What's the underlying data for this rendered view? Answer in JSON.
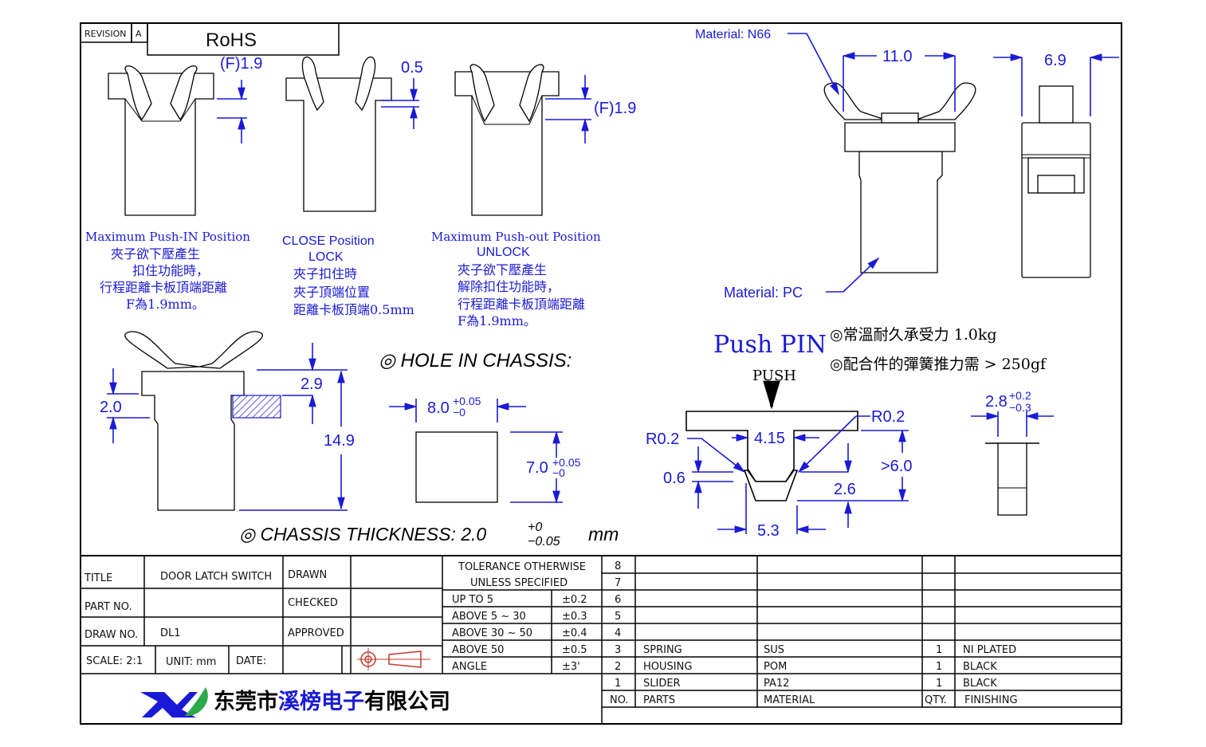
{
  "revision": {
    "label": "REVISION",
    "value": "A",
    "note": "RoHS"
  },
  "views": {
    "push_in": {
      "title": "Maximum Push-IN Position",
      "lines": [
        "夾子欲下壓產生",
        "扣住功能時，",
        "行程距離卡板頂端距離",
        "F為1.9mm。"
      ],
      "dim": "(F)1.9"
    },
    "close": {
      "title": "CLOSE Position",
      "sub": "LOCK",
      "lines": [
        "夾子扣住時",
        "夾子頂端位置",
        "距離卡板頂端0.5mm"
      ],
      "dim": "0.5"
    },
    "push_out": {
      "title": "Maximum Push-out Position",
      "sub": "UNLOCK",
      "lines": [
        "夾子欲下壓產生",
        "解除扣住功能時，",
        "行程距離卡板頂端距離",
        "F為1.9mm。"
      ],
      "dim": "(F)1.9"
    }
  },
  "materials": {
    "top": "Material: N66",
    "bottom": "Material:  PC"
  },
  "dims_main": {
    "width": "11.0",
    "depth": "6.9"
  },
  "section": {
    "d1": "2.0",
    "d2": "2.9",
    "d3": "14.9"
  },
  "hole": {
    "title": "◎ HOLE  IN  CHASSIS:",
    "w": "8.0",
    "w_tol_plus": "+0.05",
    "w_tol_minus": "−0",
    "h": "7.0",
    "h_tol_plus": "+0.05",
    "h_tol_minus": "−0"
  },
  "chassis": {
    "prefix": "◎ CHASSIS  THICKNESS:  2.0",
    "tol_plus": "+0",
    "tol_minus": "−0.05",
    "unit": "mm"
  },
  "push_pin": {
    "title": "Push PIN",
    "push_label": "PUSH",
    "notes": [
      "◎常溫耐久承受力 1.0kg",
      "◎配合件的彈簧推力需 > 250gf"
    ],
    "dims": {
      "r_right": "R0.2",
      "r_left": "R0.2",
      "w_inner": "4.15",
      "h_gt": ">6.0",
      "d06": "0.6",
      "d26": "2.6",
      "d53": "5.3",
      "pin_w": "2.8",
      "pin_tol_plus": "+0.2",
      "pin_tol_minus": "−0.3"
    }
  },
  "title_block": {
    "title_label": "TITLE",
    "title_value": "DOOR  LATCH  SWITCH",
    "part_label": "PART  NO.",
    "part_value": "",
    "draw_label": "DRAW  NO.",
    "draw_value": "DL1",
    "scale_label": "SCALE:  2:1",
    "unit_label": "UNIT:  mm",
    "date_label": "DATE:",
    "drawn_label": "DRAWN",
    "checked_label": "CHECKED",
    "approved_label": "APPROVED",
    "tol_header_1": "TOLERANCE  OTHERWISE",
    "tol_header_2": "UNLESS  SPECIFIED",
    "tolerances": [
      {
        "range": "UP  TO  5",
        "tol": "±0.2"
      },
      {
        "range": "ABOVE  5 ~ 30",
        "tol": "±0.3"
      },
      {
        "range": "ABOVE  30 ~ 50",
        "tol": "±0.4"
      },
      {
        "range": "ABOVE  50",
        "tol": "±0.5"
      },
      {
        "range": "ANGLE",
        "tol": "±3'"
      }
    ],
    "bom": [
      {
        "no": "8",
        "part": "",
        "material": "",
        "qty": "",
        "finish": ""
      },
      {
        "no": "7",
        "part": "",
        "material": "",
        "qty": "",
        "finish": ""
      },
      {
        "no": "6",
        "part": "",
        "material": "",
        "qty": "",
        "finish": ""
      },
      {
        "no": "5",
        "part": "",
        "material": "",
        "qty": "",
        "finish": ""
      },
      {
        "no": "4",
        "part": "",
        "material": "",
        "qty": "",
        "finish": ""
      },
      {
        "no": "3",
        "part": "SPRING",
        "material": "SUS",
        "qty": "1",
        "finish": "NI  PLATED"
      },
      {
        "no": "2",
        "part": "HOUSING",
        "material": "POM",
        "qty": "1",
        "finish": "BLACK"
      },
      {
        "no": "1",
        "part": "SLIDER",
        "material": "PA12",
        "qty": "1",
        "finish": "BLACK"
      }
    ],
    "bom_header": {
      "no": "NO.",
      "part": "PARTS",
      "material": "MATERIAL",
      "qty": "QTY.",
      "finish": "FINISHING"
    },
    "company_black1": "东莞市",
    "company_blue": "溪榜电子",
    "company_black2": "有限公司"
  }
}
